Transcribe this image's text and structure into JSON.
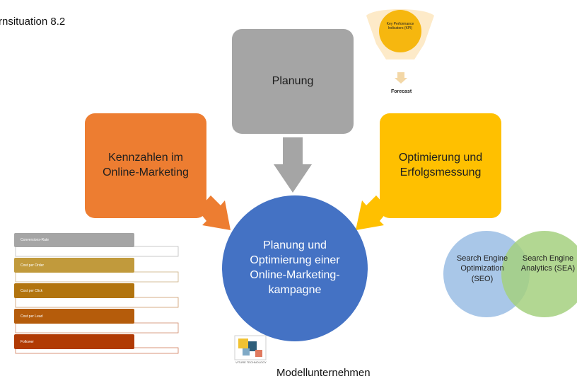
{
  "page": {
    "title": "rnsituation 8.2"
  },
  "boxes": {
    "planung": "Planung",
    "kennzahlen": "Kennzahlen im Online-Marketing",
    "optimierung": "Optimierung und Erfolgsmessung"
  },
  "center": {
    "label": "Planung und Optimierung einer Online-Marketing-kampagne"
  },
  "kpi": {
    "title": "Key Performance Indicators (KPI)",
    "forecast": "Forecast"
  },
  "metrics": [
    {
      "label": "Conversions-Rate",
      "color": "#a5a5a5"
    },
    {
      "label": "Cost per Order",
      "color": "#c19a3c"
    },
    {
      "label": "Cost per Click",
      "color": "#b2740e"
    },
    {
      "label": "Cost per Lead",
      "color": "#b55c0b"
    },
    {
      "label": "Follower",
      "color": "#b13a04"
    }
  ],
  "venn": {
    "seo": "Search Engine Optimization (SEO)",
    "sea": "Search Engine Analytics (SEA)"
  },
  "logo": {
    "text": "VITURE TECHNOLOGY"
  },
  "company": {
    "name": "Modellunternehmen"
  },
  "colors": {
    "grey": "#a5a5a5",
    "orange": "#ed7d31",
    "yellow": "#ffc000",
    "blue": "#4472c4",
    "seo": "#a9c7e8",
    "sea": "#a5d07f"
  }
}
